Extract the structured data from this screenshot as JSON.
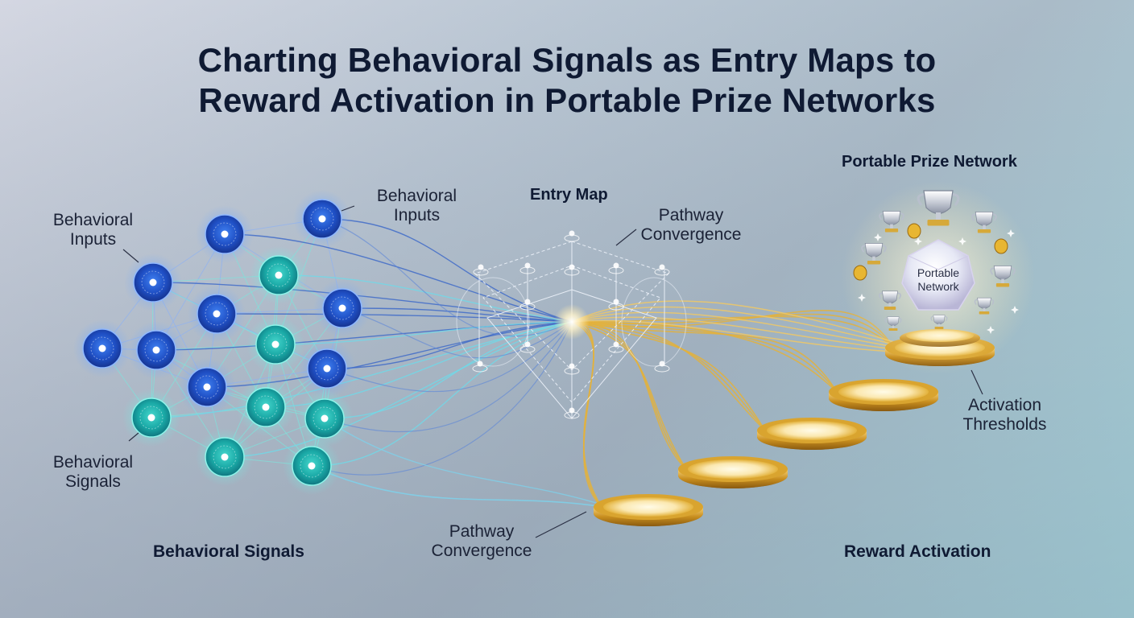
{
  "title": {
    "line1": "Charting Behavioral Signals as Entry Maps to",
    "line2": "Reward Activation in Portable Prize Networks"
  },
  "labels": {
    "behavioral_inputs_left": [
      "Behavioral",
      "Inputs"
    ],
    "behavioral_inputs_top": [
      "Behavioral",
      "Inputs"
    ],
    "behavioral_signals_small": [
      "Behavioral",
      "Signals"
    ],
    "entry_map": "Entry Map",
    "pathway_convergence_top": [
      "Pathway",
      "Convergence"
    ],
    "pathway_convergence_bottom": [
      "Pathway",
      "Convergence"
    ],
    "portable_prize_network": "Portable Prize Network",
    "portable_network_center": [
      "Portable",
      "Network"
    ],
    "activation_thresholds": [
      "Activation",
      "Thresholds"
    ]
  },
  "section_headers": {
    "behavioral_signals": "Behavioral Signals",
    "reward_activation": "Reward Activation"
  },
  "colors": {
    "title": "#0f1a33",
    "blue_node": "#1f4fc4",
    "teal_node": "#1aa9a6",
    "blue_path": "#3a66c8",
    "gold_path": "#e3b23c",
    "gold_disc": "#d9a42f"
  },
  "icons": [
    "trophy-icon",
    "coin-icon",
    "sparkle-icon",
    "crystal-icon"
  ]
}
